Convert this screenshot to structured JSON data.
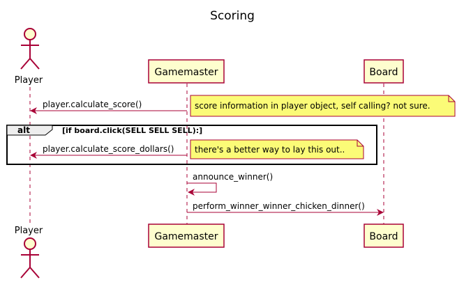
{
  "title": "Scoring",
  "participants": {
    "player": "Player",
    "gamemaster": "Gamemaster",
    "board": "Board"
  },
  "messages": {
    "calc_score": "player.calculate_score()",
    "calc_score_dollars": "player.calculate_score_dollars()",
    "announce": "announce_winner()",
    "perform": "perform_winner_winner_chicken_dinner()"
  },
  "notes": {
    "note1": "score information in player object, self calling? not sure.",
    "note2": "there's a better way to lay this out.."
  },
  "fragment": {
    "keyword": "alt",
    "guard": "[if board.click(SELL SELL SELL):]"
  },
  "colors": {
    "participant_fill": "#FEFECE",
    "participant_border": "#A80036",
    "note_fill": "#FBFB77",
    "arrow": "#A80036",
    "lifeline": "#A80036"
  }
}
